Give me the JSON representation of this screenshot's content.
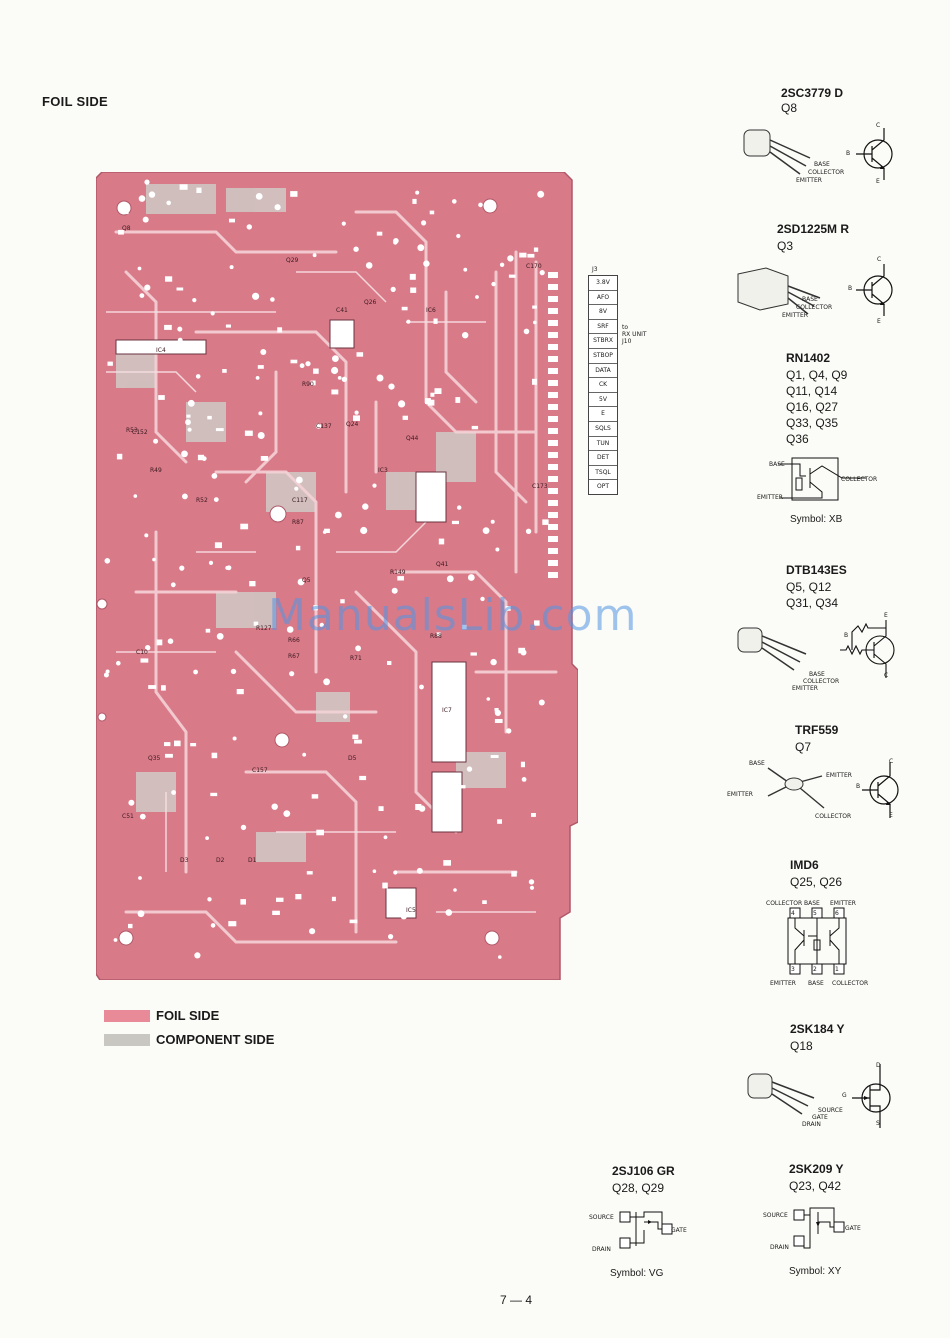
{
  "page_title": "FOIL SIDE",
  "page_number": "7 — 4",
  "watermark": "ManualsLib.com",
  "connector": {
    "name": "J3",
    "note_line1": "to",
    "note_line2": "RX UNIT",
    "note_line3": "J10",
    "pins": [
      "3.8V",
      "AFO",
      "8V",
      "SRF",
      "STBRX",
      "STBOP",
      "DATA",
      "CK",
      "5V",
      "E",
      "SQLS",
      "TUN",
      "DET",
      "TSQL",
      "OPT"
    ]
  },
  "legend": {
    "foil": {
      "label": "FOIL SIDE",
      "color": "#e88a98"
    },
    "component": {
      "label": "COMPONENT SIDE",
      "color": "#c9c7c2"
    }
  },
  "colors": {
    "board_pink": "#d97a88",
    "board_trace": "#f4d2d6",
    "board_gray": "#cfcac7",
    "pad": "#ffffff"
  },
  "board_labels": [
    "IC4",
    "IC6",
    "IC5",
    "IC3",
    "IC7",
    "Q8",
    "Q29",
    "Q26",
    "Q24",
    "Q5",
    "Q35",
    "Q44",
    "Q41",
    "D2",
    "D1",
    "D3",
    "D5",
    "C41",
    "C10",
    "C51",
    "R49",
    "R52",
    "R53",
    "R66",
    "R67",
    "R71",
    "R87",
    "R88",
    "R90",
    "R127",
    "R149",
    "C117",
    "C137",
    "C152",
    "C157",
    "C170",
    "C173"
  ],
  "parts": [
    {
      "name": "2SC3779 D",
      "qlist": [
        "Q8"
      ],
      "pins": [
        "BASE",
        "COLLECTOR",
        "EMITTER"
      ],
      "sym": [
        "B",
        "C",
        "E"
      ]
    },
    {
      "name": "2SD1225M R",
      "qlist": [
        "Q3"
      ],
      "pins": [
        "BASE",
        "COLLECTOR",
        "EMITTER"
      ],
      "sym": [
        "B",
        "C",
        "E"
      ]
    },
    {
      "name": "RN1402",
      "qlist": [
        "Q1, Q4, Q9",
        "Q11, Q14",
        "Q16, Q27",
        "Q33, Q35",
        "Q36"
      ],
      "pins": [
        "BASE",
        "COLLECTOR",
        "EMITTER"
      ],
      "symbol": "Symbol: XB"
    },
    {
      "name": "DTB143ES",
      "qlist": [
        "Q5, Q12",
        "Q31, Q34"
      ],
      "pins": [
        "BASE",
        "COLLECTOR",
        "EMITTER"
      ],
      "sym": [
        "B",
        "C",
        "E"
      ]
    },
    {
      "name": "TRF559",
      "qlist": [
        "Q7"
      ],
      "pins": [
        "BASE",
        "EMITTER",
        "EMITTER",
        "COLLECTOR"
      ],
      "sym": [
        "B",
        "C",
        "E"
      ]
    },
    {
      "name": "IMD6",
      "qlist": [
        "Q25, Q26"
      ],
      "top_pins": [
        "COLLECTOR",
        "BASE",
        "EMITTER"
      ],
      "bottom_pins": [
        "EMITTER",
        "BASE",
        "COLLECTOR"
      ],
      "pin_nums_top": [
        "4",
        "5",
        "6"
      ],
      "pin_nums_bottom": [
        "3",
        "2",
        "1"
      ]
    },
    {
      "name": "2SK184 Y",
      "qlist": [
        "Q18"
      ],
      "pins": [
        "SOURCE",
        "GATE",
        "DRAIN"
      ],
      "sym": [
        "G",
        "D",
        "S"
      ]
    },
    {
      "name": "2SJ106 GR",
      "qlist": [
        "Q28, Q29"
      ],
      "pins": [
        "SOURCE",
        "GATE",
        "DRAIN"
      ],
      "symbol": "Symbol: VG"
    },
    {
      "name": "2SK209 Y",
      "qlist": [
        "Q23, Q42"
      ],
      "pins": [
        "SOURCE",
        "GATE",
        "DRAIN"
      ],
      "symbol": "Symbol: XY"
    }
  ]
}
